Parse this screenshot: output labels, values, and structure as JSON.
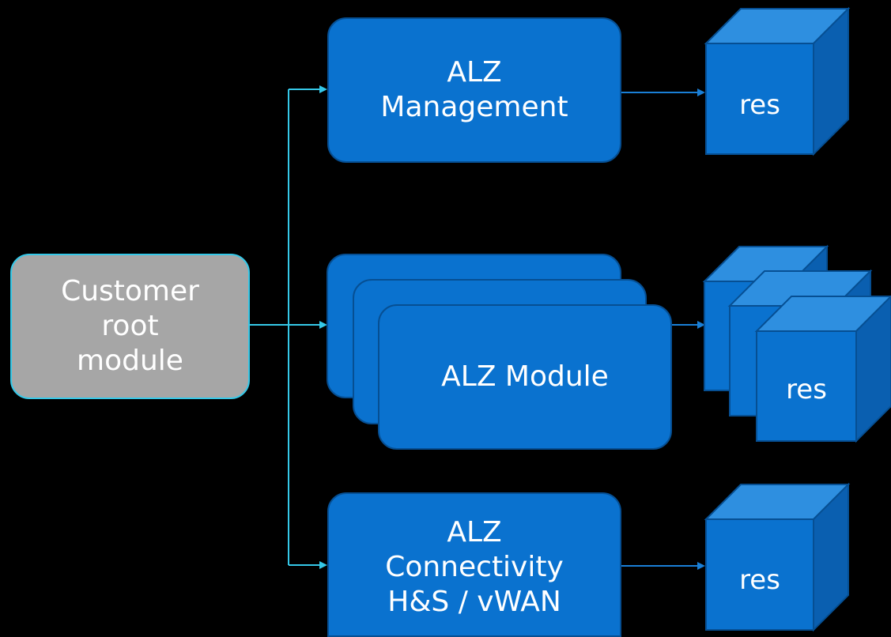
{
  "nodes": {
    "customer": "Customer\nroot\nmodule",
    "management": "ALZ\nManagement",
    "module_stack": "ALZ Module",
    "connectivity": "ALZ\nConnectivity\nH&S / vWAN"
  },
  "resources": {
    "management_res": "res",
    "module_res": "res",
    "connectivity_res": "res"
  },
  "colors": {
    "background": "#000000",
    "module_fill": "#0a72cf",
    "module_border": "#064f93",
    "customer_fill": "#a6a6a6",
    "customer_border": "#35c8e8",
    "connector_cyan": "#35c8e8",
    "connector_blue": "#1a7fd6",
    "cube_front": "#0a72cf",
    "cube_top": "#2e8fe0",
    "cube_side": "#0a5fb0"
  }
}
